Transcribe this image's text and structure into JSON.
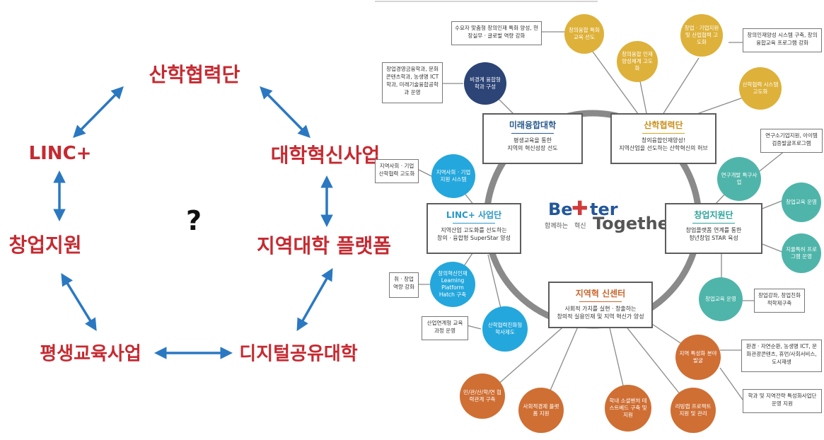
{
  "left_diagram": {
    "nodes": {
      "industry": "산학협력단",
      "linc": "LINC+",
      "innovation": "대학혁신사업",
      "startup": "창업지원",
      "regional": "지역대학 플랫폼",
      "lifelong": "평생교육사업",
      "digital": "디지털공유대학"
    },
    "question_mark": "?"
  },
  "right_diagram": {
    "logo": {
      "word1": "Be",
      "word2": "ter",
      "word3": "Together",
      "sub1": "함께하는",
      "sub2": "혁신"
    },
    "boxes": {
      "future": {
        "title": "미래융합대학",
        "sub1": "평생교육을 통한",
        "sub2": "지역의 혁신성장 선도",
        "accent": "#2a5a8c"
      },
      "industry": {
        "title": "산학협력단",
        "sub1": "창의융합인재양성!",
        "sub2": "지역산업을 선도하는 산학혁신의 허브",
        "accent": "#d9a520"
      },
      "linc": {
        "title": "LINC+ 사업단",
        "sub1": "지역산업 고도화를 선도하는",
        "sub2": "창의 · 융합형 SuperStar 양성",
        "accent": "#2a98c9"
      },
      "startup": {
        "title": "창업지원단",
        "sub1": "창업플랫폼 연계를 통한",
        "sub2": "청년창업 STAR 육성",
        "accent": "#2aa39a"
      },
      "regional": {
        "title": "지역혁 신센터",
        "sub1": "사회적 가치를  실현 · 창출하는",
        "sub2": "창의적 실용인재 및  지역 혁신가 양성",
        "accent": "#c8652a"
      }
    },
    "circles": {
      "navy1": "비경계 융합형 학과 구성",
      "gold1": "창의융합 특화교육 선도",
      "gold2": "창의융합 인재양성체계 고도화",
      "gold3": "창업 · 기업지원 및 산업협력 고도화",
      "gold4": "산학협력 시스템 고도화",
      "blue1": "지역사회 · 기업 지원 시스템",
      "blue2": "창의혁신인재 Learning Platform Hatch 구축",
      "blue3": "산학협력친화형 학사제도",
      "teal1": "연구개발 특구사업",
      "teal2": "창업교육 운영",
      "teal3": "지율특허 프로그램 운영",
      "teal4": "창업교육 운영",
      "orange1": "민/관/산/학/연 협력관계 구축",
      "orange2": "사회적경제 플랫폼 지원",
      "orange3": "학내 소셜벤처 테스트베드 구축 및 지원",
      "orange4": "리빙랩 프로젝트 지원 및 관리",
      "orange5": "지역 특성화 분야 발굴"
    },
    "notes": {
      "n_gold1": "수요자 맞춤형 창의인재 특화 양성, 현장실무 · 글로벌 역량 강화",
      "n_gold3": "창의인재양성 시스템 구축, 창의융합교육 프로그램 강화",
      "n_navy": "창업경영금융학과, 문화콘텐츠학과, 농생명 ICT학과, 미래기술융합공학과 운영",
      "n_blue1": "지역사회 · 기업 산학협력 고도화",
      "n_teal1": "연구소기업지원, 아이템검증발굴프로그램",
      "n_blue2": "취 · 창업 역량 강화",
      "n_blue3": "산업연계형 교육과정 운영",
      "n_teal4": "창업강좌, 창업친화적학제구축",
      "n_orange5": "환경 · 자연순환, 농생명 ICT, 문화관광콘텐츠, 휴먼/사회서비스, 도시재생",
      "n_orange5b": "학과 및 지역전략 특성화사업단 운영 지원"
    },
    "colors": {
      "gold": "#deb13a",
      "navy": "#2c4476",
      "blue": "#24a7dc",
      "teal": "#4fb5aa",
      "orange": "#cf6f34",
      "ring": "#8a8a8a"
    }
  },
  "colors": {
    "red": "#c62a31",
    "arrow": "#2b78c2"
  }
}
